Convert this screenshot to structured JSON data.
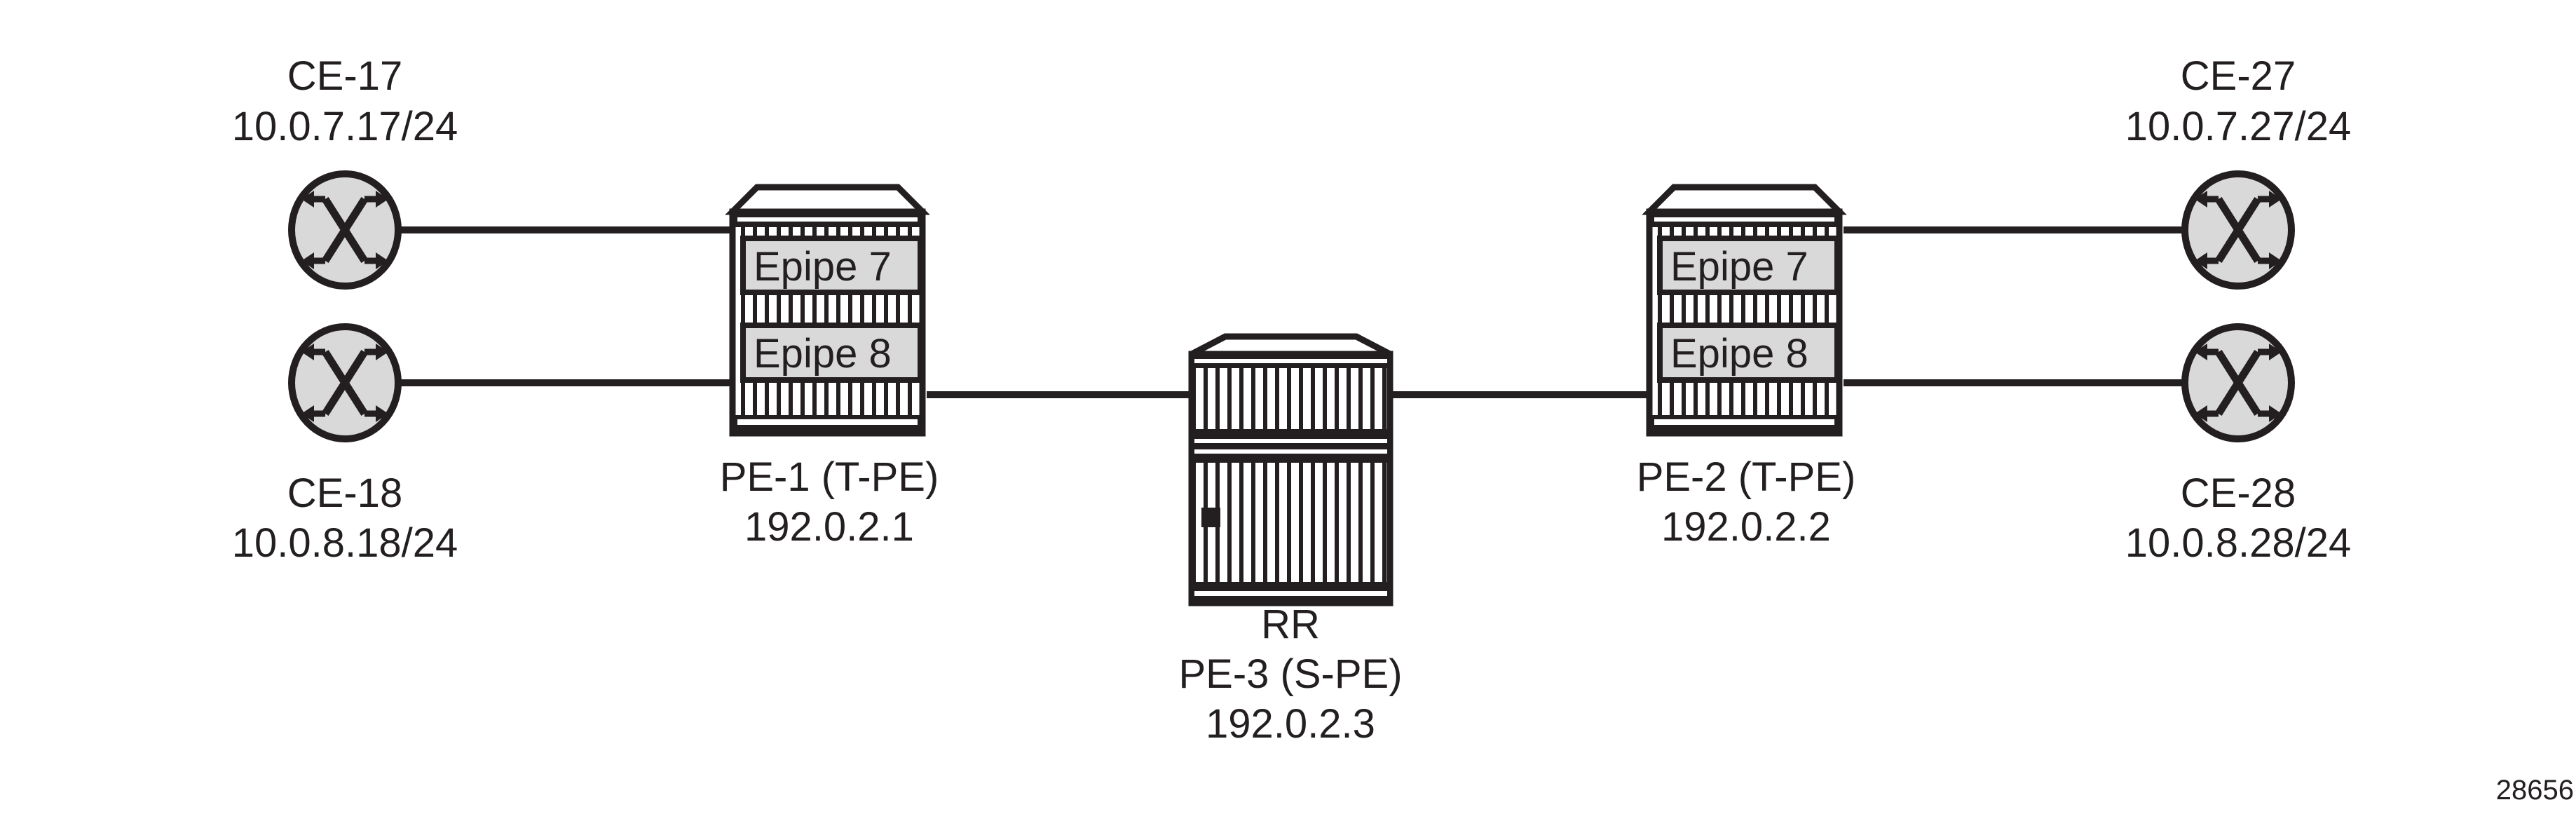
{
  "nodes": {
    "ce17": {
      "name": "CE-17",
      "ip": "10.0.7.17/24"
    },
    "ce18": {
      "name": "CE-18",
      "ip": "10.0.8.18/24"
    },
    "ce27": {
      "name": "CE-27",
      "ip": "10.0.7.27/24"
    },
    "ce28": {
      "name": "CE-28",
      "ip": "10.0.8.28/24"
    },
    "pe1": {
      "name": "PE-1 (T-PE)",
      "ip": "192.0.2.1",
      "services": [
        "Epipe 7",
        "Epipe 8"
      ]
    },
    "pe2": {
      "name": "PE-2 (T-PE)",
      "ip": "192.0.2.2",
      "services": [
        "Epipe 7",
        "Epipe 8"
      ]
    },
    "pe3": {
      "role": "RR",
      "name": "PE-3 (S-PE)",
      "ip": "192.0.2.3"
    }
  },
  "figure_id": "28656",
  "colors": {
    "line": "#231f20",
    "router_fill": "#d9d9da",
    "service_fill": "#d9d9da"
  }
}
